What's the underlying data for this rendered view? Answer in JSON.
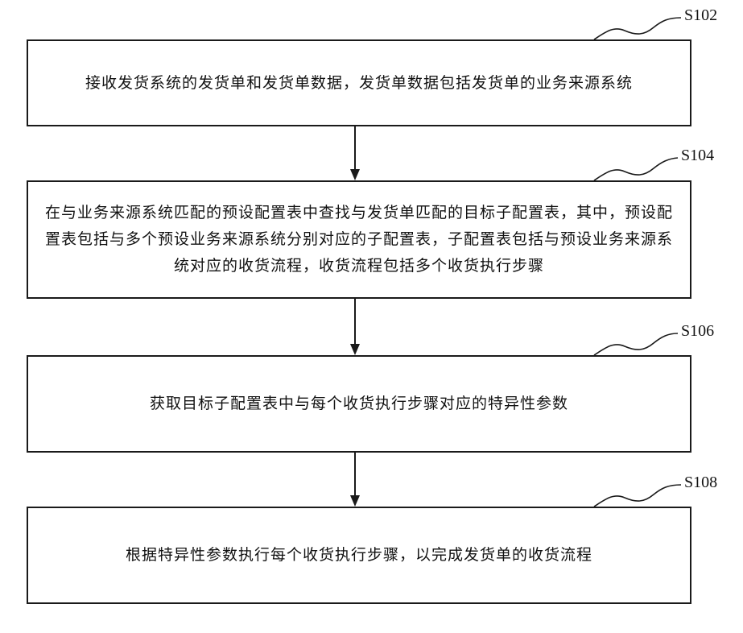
{
  "steps": [
    {
      "id": "S102",
      "label": "S102",
      "text": "接收发货系统的发货单和发货单数据，发货单数据包括发货单的业务来源系统"
    },
    {
      "id": "S104",
      "label": "S104",
      "text": "在与业务来源系统匹配的预设配置表中查找与发货单匹配的目标子配置表，其中，预设配置表包括与多个预设业务来源系统分别对应的子配置表，子配置表包括与预设业务来源系统对应的收货流程，收货流程包括多个收货执行步骤"
    },
    {
      "id": "S106",
      "label": "S106",
      "text": "获取目标子配置表中与每个收货执行步骤对应的特异性参数"
    },
    {
      "id": "S108",
      "label": "S108",
      "text": "根据特异性参数执行每个收货执行步骤，以完成发货单的收货流程"
    }
  ]
}
